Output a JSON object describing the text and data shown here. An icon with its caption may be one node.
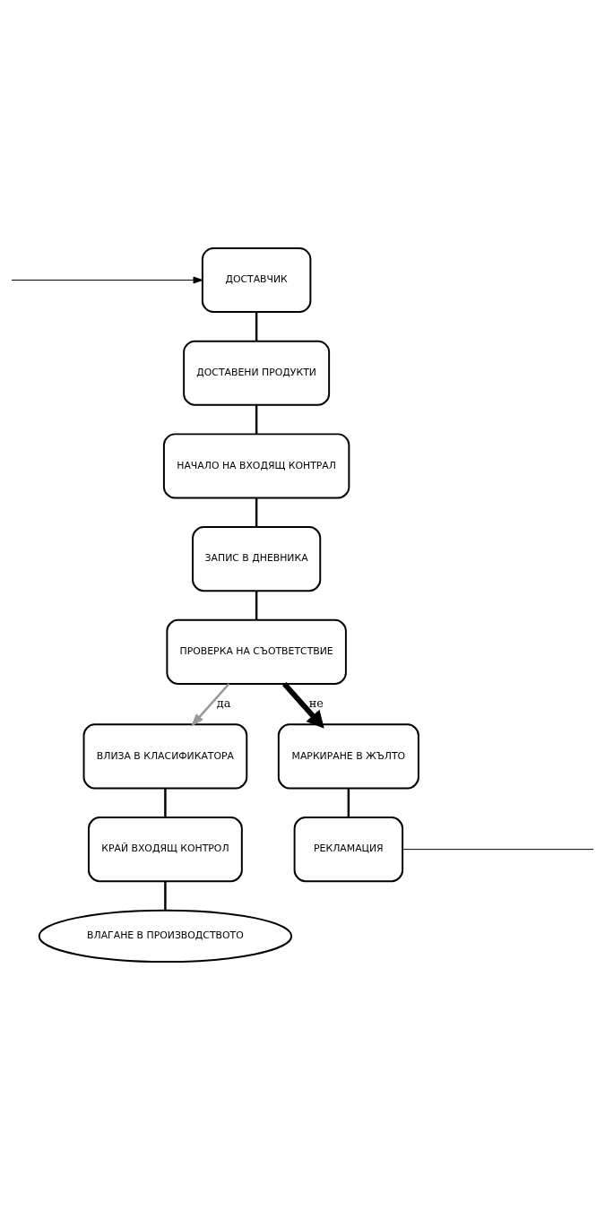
{
  "diagram": {
    "nodes": [
      {
        "text": [
          "ДОСТАВЧИК"
        ]
      },
      {
        "text": [
          "ДОСТАВЕНИ ПРОДУКТИ"
        ]
      },
      {
        "text": [
          "НАЧАЛО НА ВХОДЯЩ КОНТРАЛ"
        ]
      },
      {
        "text": [
          "ЗАПИС В ДНЕВНИКА"
        ]
      },
      {
        "text": [
          "ПРОВЕРКА НА СЪОТВЕТСТВИЕ"
        ]
      },
      {
        "text": [
          "ВЛИЗА В КЛАСИФИКАТОРА"
        ]
      },
      {
        "text": [
          "МАРКИРАНЕ В ЖЪЛТО"
        ]
      },
      {
        "text": [
          "КРАЙ ВХОДЯЩ КОНТРОЛ"
        ]
      },
      {
        "text": [
          "РЕКЛАМАЦИЯ"
        ]
      },
      {
        "text": [
          "ВЛАГАНЕ В ПРОИЗВОДСТВОТО"
        ]
      }
    ],
    "edges": [
      {
        "from": null,
        "to": 0,
        "arrow": "to"
      },
      {
        "from": 0,
        "to": 1,
        "arrow": "none"
      },
      {
        "from": 1,
        "to": 2,
        "arrow": "none"
      },
      {
        "from": 2,
        "to": 3,
        "arrow": "none"
      },
      {
        "from": 3,
        "to": 4,
        "arrow": "none"
      },
      {
        "from": 4,
        "to": 5,
        "arrow": "to",
        "label": "да",
        "color": "#999999"
      },
      {
        "from": 4,
        "to": 6,
        "arrow": "to",
        "label": "не",
        "style": "thick"
      },
      {
        "from": 5,
        "to": 7,
        "arrow": "none"
      },
      {
        "from": 6,
        "to": 8,
        "arrow": "none"
      },
      {
        "from": 7,
        "to": 9,
        "arrow": "none"
      },
      {
        "from": 8,
        "to": null,
        "arrow": "none"
      }
    ]
  }
}
